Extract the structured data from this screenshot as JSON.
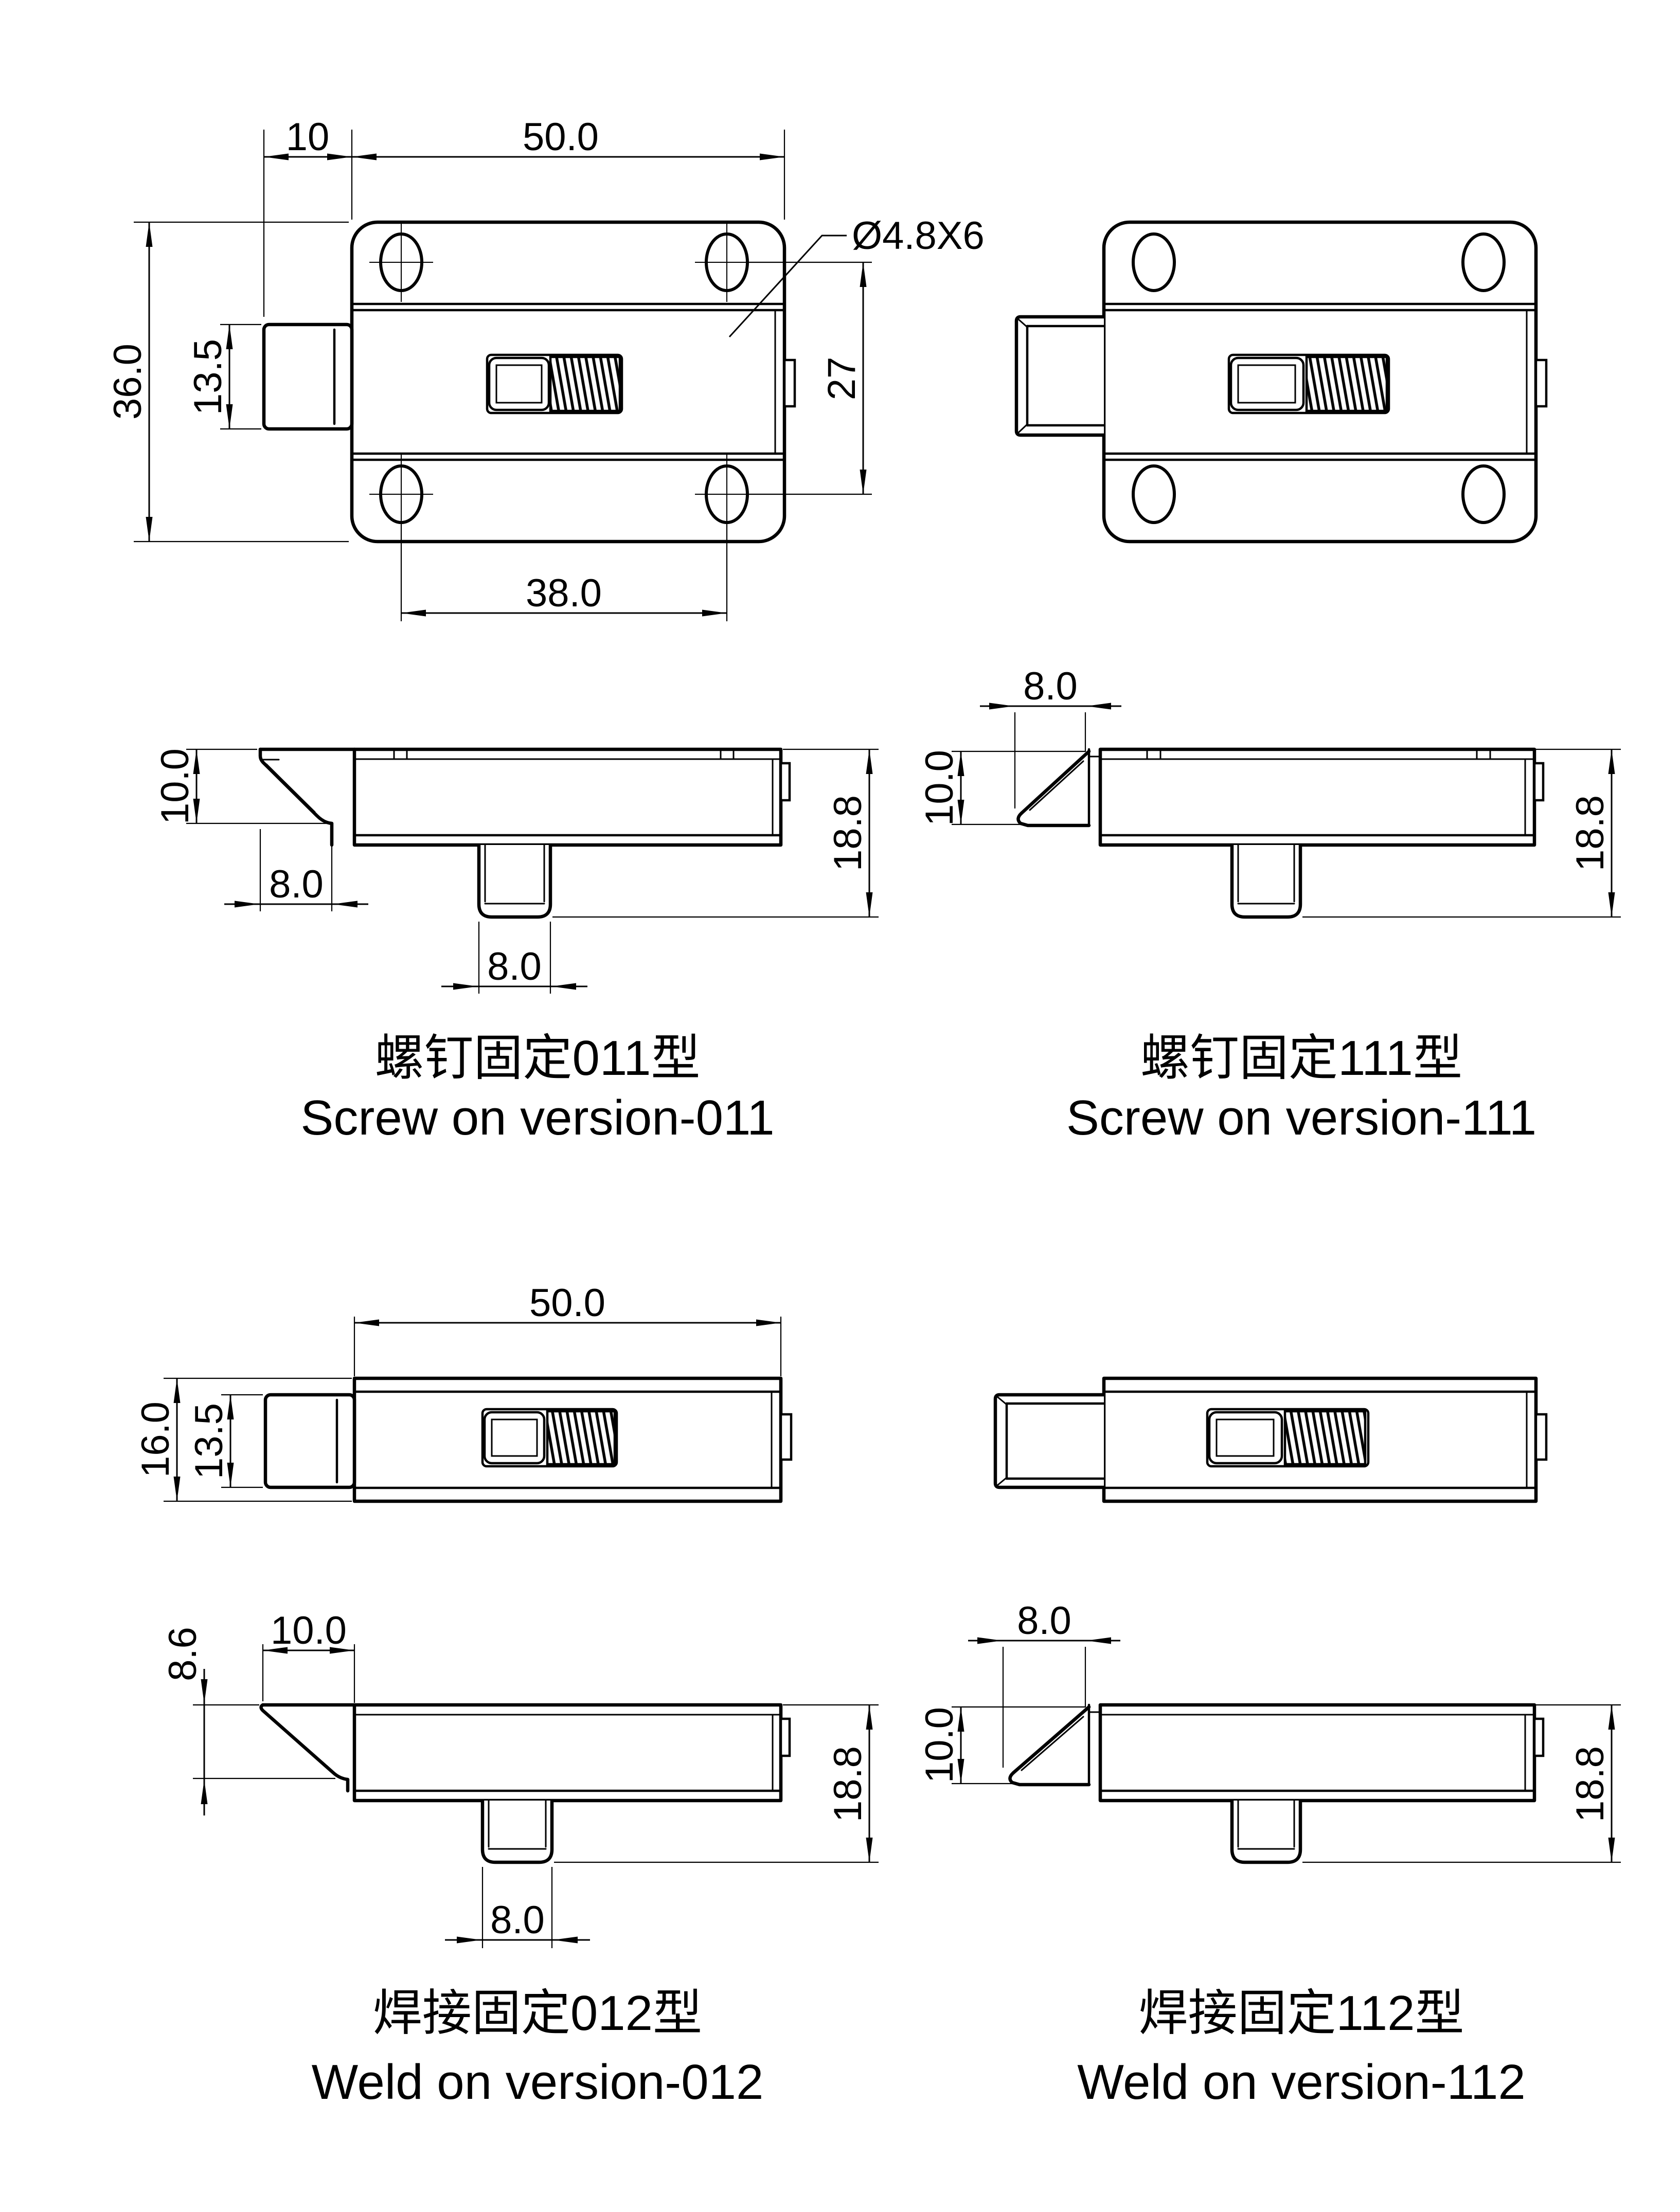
{
  "page": {
    "background": "#ffffff",
    "line_color": "#000000"
  },
  "variants": [
    {
      "id": "011",
      "caption_zh": "螺钉固定011型",
      "caption_en": "Screw on version-011",
      "front_dims": {
        "bolt_protrusion": "10",
        "body_width": "50.0",
        "body_height": "36.0",
        "bolt_width": "13.5",
        "hole_callout": "Ø4.8X6",
        "hole_spacing_vertical": "27",
        "hole_spacing_horizontal": "38.0"
      },
      "side_dims": {
        "nose_height": "10.0",
        "nose_length": "8.0",
        "knob_width": "8.0",
        "total_height": "18.8"
      }
    },
    {
      "id": "111",
      "caption_zh": "螺钉固定111型",
      "caption_en": "Screw on version-111",
      "side_dims": {
        "nose_length": "8.0",
        "nose_height": "10.0",
        "total_height": "18.8"
      }
    },
    {
      "id": "012",
      "caption_zh": "焊接固定012型",
      "caption_en": "Weld on version-012",
      "front_dims": {
        "body_width": "50.0",
        "body_height": "16.0",
        "bolt_width": "13.5"
      },
      "side_dims": {
        "nose_height": "8.6",
        "nose_length": "10.0",
        "knob_width": "8.0",
        "total_height": "18.8"
      }
    },
    {
      "id": "112",
      "caption_zh": "焊接固定112型",
      "caption_en": "Weld on version-112",
      "side_dims": {
        "nose_length": "8.0",
        "nose_height": "10.0",
        "total_height": "18.8"
      }
    }
  ]
}
